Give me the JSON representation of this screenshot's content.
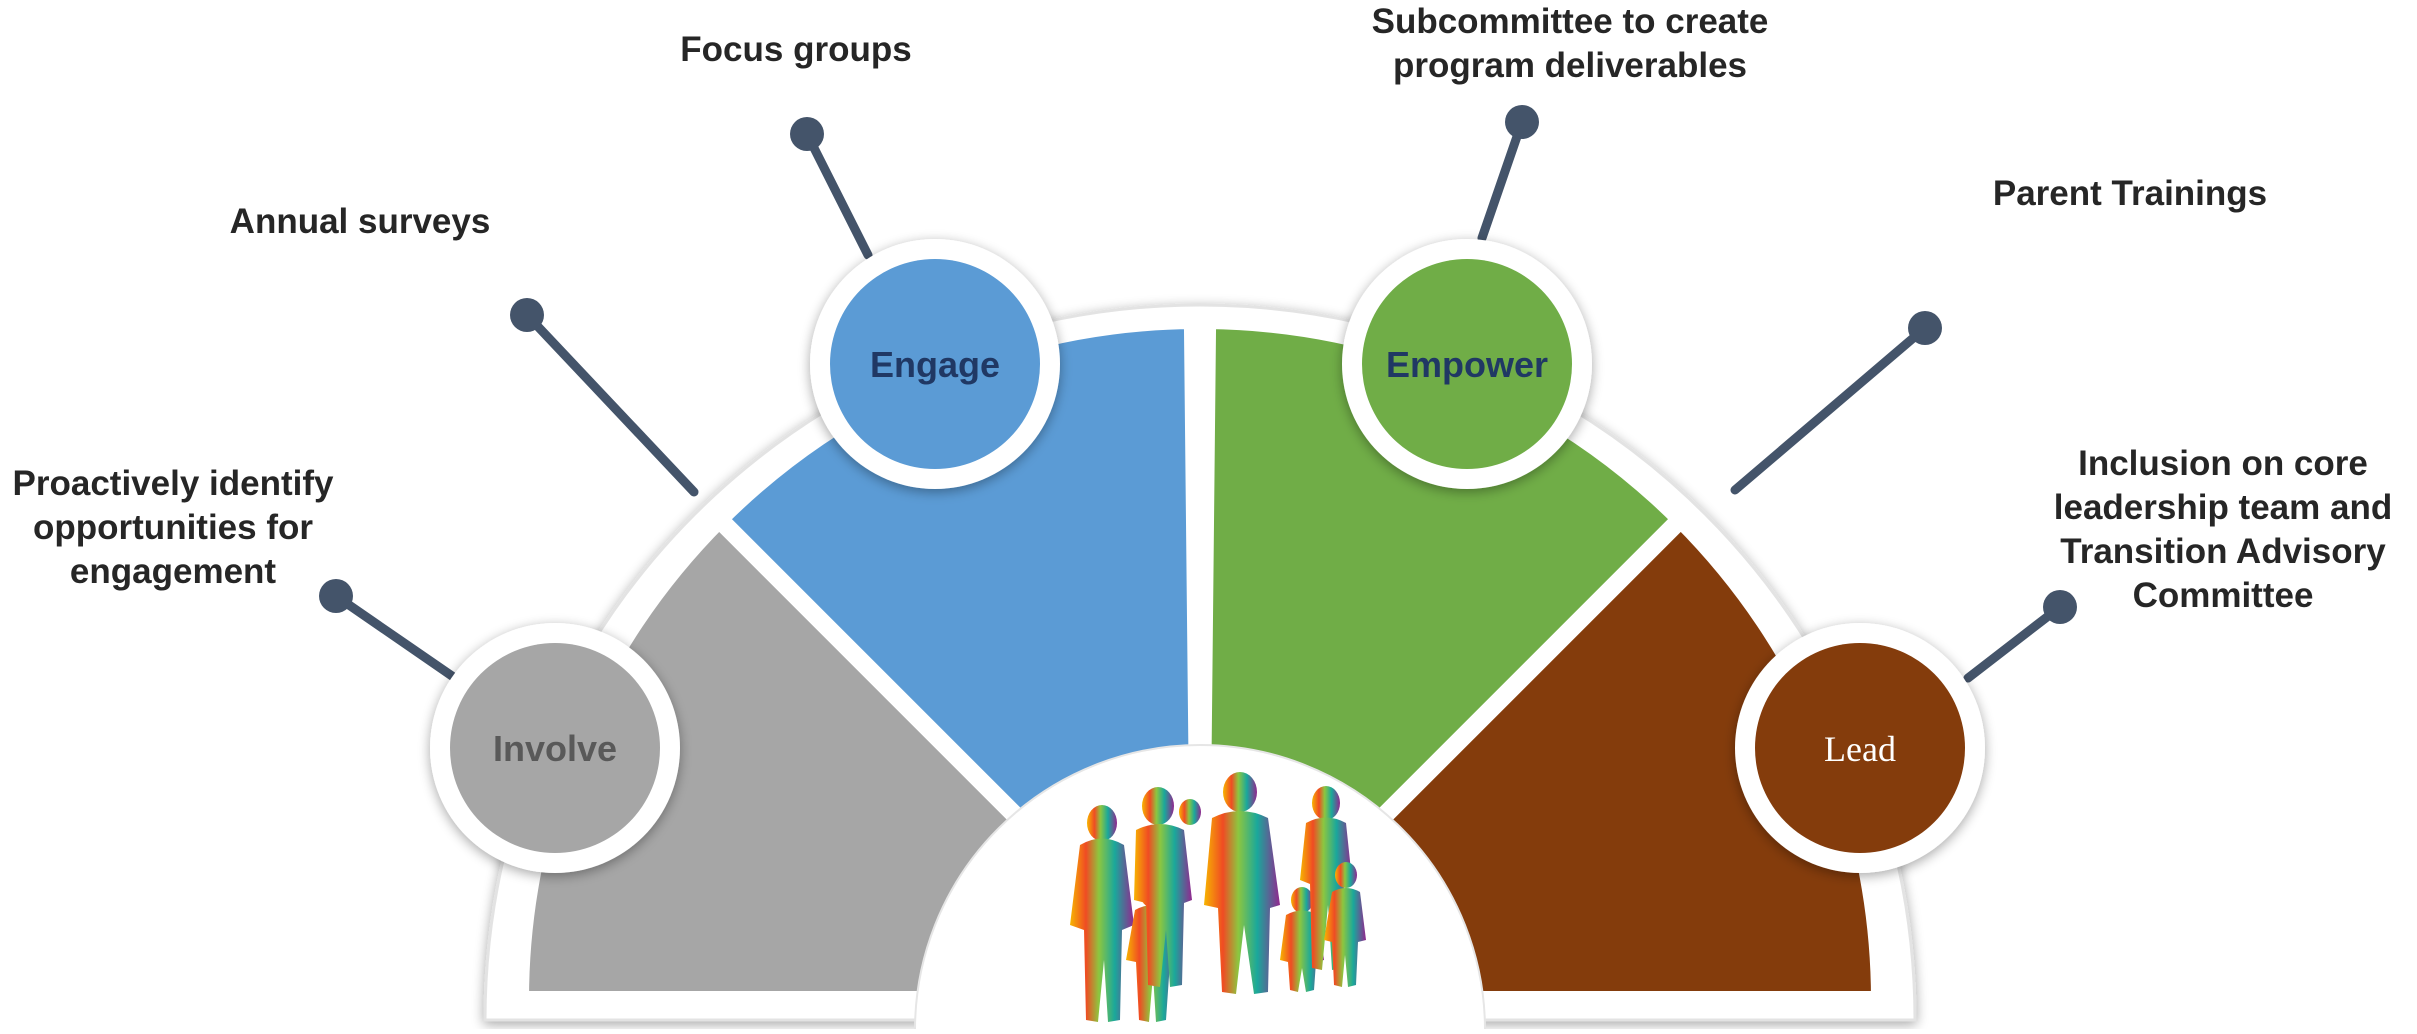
{
  "stages": [
    {
      "label": "Involve",
      "color": "#a6a6a6",
      "label_color": "#595959"
    },
    {
      "label": "Engage",
      "color": "#5b9bd5",
      "label_color": "#203864"
    },
    {
      "label": "Empower",
      "color": "#70ad47",
      "label_color": "#203864"
    },
    {
      "label": "Lead",
      "color": "#843c0c",
      "label_color": "#ffffff"
    }
  ],
  "callouts": {
    "involve": [
      "Proactively identify",
      "opportunities for",
      "engagement"
    ],
    "annual_surveys": [
      "Annual surveys"
    ],
    "focus_groups": [
      "Focus groups"
    ],
    "subcommittee": [
      "Subcommittee to create",
      "program deliverables"
    ],
    "parent_trainings": [
      "Parent Trainings"
    ],
    "lead": [
      "Inclusion on core",
      "leadership team and",
      "Transition Advisory",
      "Committee"
    ]
  },
  "colors": {
    "pin": "#44546a",
    "ring": "#ffffff",
    "shadow": "#d0d0d0",
    "text": "#262626"
  },
  "icons": {
    "center": "family-silhouette-icon"
  }
}
